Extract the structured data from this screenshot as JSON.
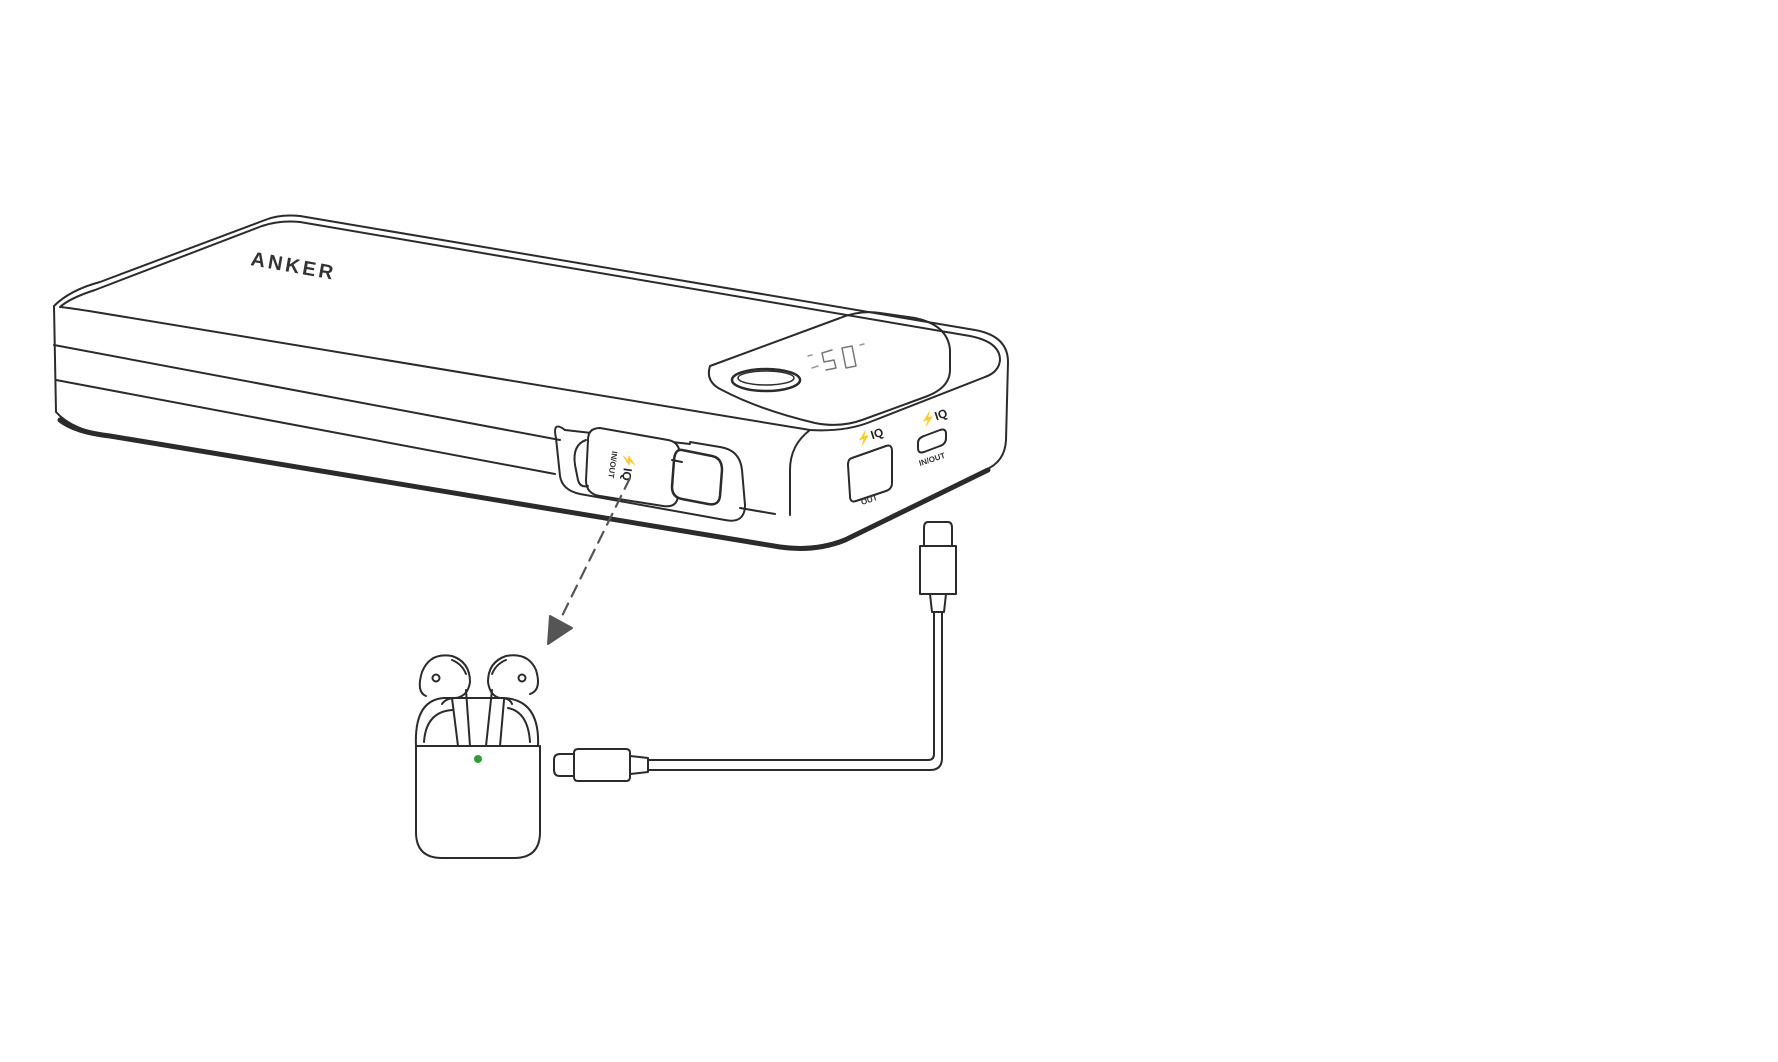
{
  "power_bank": {
    "brand": "ANKER",
    "display_value": "50",
    "cable_port": {
      "logo": "⚡IQ",
      "label": "IN/OUT"
    },
    "usb_a_port": {
      "logo": "⚡IQ",
      "label": "OUT"
    },
    "usb_c_port": {
      "logo": "⚡IQ",
      "label": "IN/OUT"
    }
  },
  "earbuds_case": {
    "status_led_color": "#2e9e3e"
  },
  "colors": {
    "line": "#2b2b2b",
    "dashed_arrow": "#555555"
  }
}
